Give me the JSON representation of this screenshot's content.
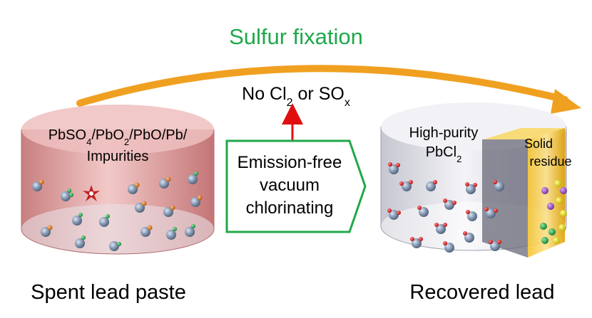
{
  "title": "Sulfur fixation",
  "emission_note": {
    "prefix": "No Cl",
    "sub1": "2",
    "middle": " or SO",
    "sub2": "x"
  },
  "process_box": {
    "line1": "Emission-free",
    "line2": "vacuum",
    "line3": "chlorinating"
  },
  "left_vessel": {
    "composition_line1": {
      "t1": "PbSO",
      "s1": "4",
      "t2": "/PbO",
      "s2": "2",
      "t3": "/PbO/Pb/"
    },
    "composition_line2": "Impurities",
    "caption": "Spent lead paste"
  },
  "right_vessel": {
    "product_line1": "High-purity",
    "product_line2": {
      "t1": "PbCl",
      "s1": "2"
    },
    "residue_line1": "Solid",
    "residue_line2": "residue",
    "caption": "Recovered lead"
  },
  "colors": {
    "title_green": "#1fa84a",
    "arc_orange": "#f0a020",
    "left_vessel_pink": "#d88e8e",
    "right_vessel_grey": "#d8d8e0",
    "process_box_green": "#21a84a",
    "arrow_red": "#e01010",
    "pb_atom": "#7a8ea8",
    "o_atom": "#d42020",
    "s_atom_green": "#1a9a40",
    "s_atom_orange": "#d87020",
    "residue_yellow": "#f0b000"
  }
}
